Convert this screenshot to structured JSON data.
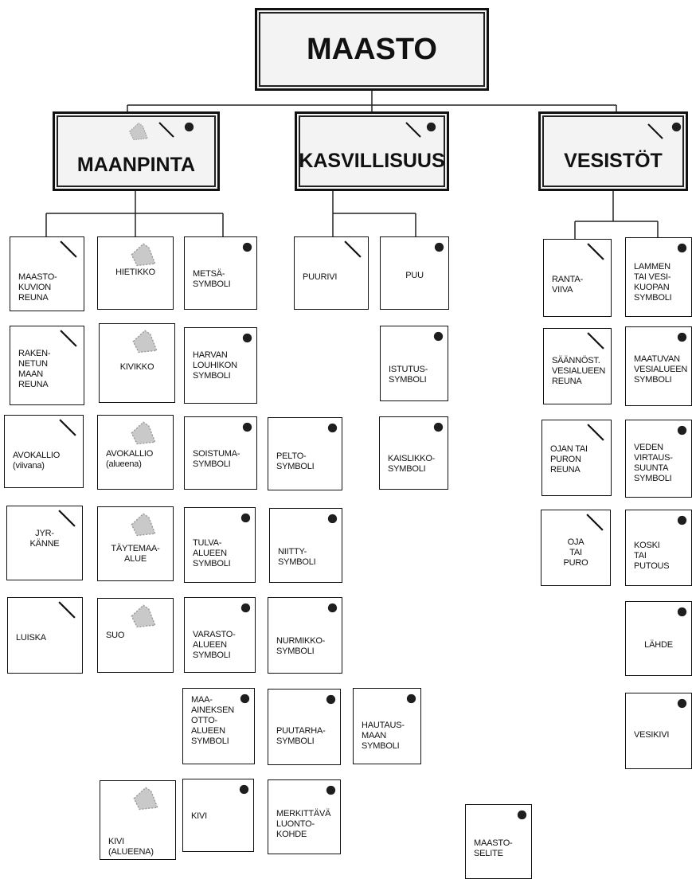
{
  "root": {
    "label": "MAASTO"
  },
  "categories": {
    "maanpinta": {
      "label": "MAANPINTA",
      "icons": [
        "area-icon",
        "line-icon",
        "point-icon"
      ]
    },
    "kasvillisuus": {
      "label": "KASVILLISUUS",
      "icons": [
        "line-icon",
        "point-icon"
      ]
    },
    "vesistot": {
      "label": "VESISTÖT",
      "icons": [
        "line-icon",
        "point-icon"
      ]
    }
  },
  "leaves": [
    {
      "id": "maastokuvion-reuna",
      "label": "MAASTO-\nKUVION\nREUNA",
      "icon": "line-icon"
    },
    {
      "id": "rakennetun-maan-reuna",
      "label": "RAKEN-\nNETUN\nMAAN\nREUNA",
      "icon": "line-icon"
    },
    {
      "id": "avokallio-viivana",
      "label": "AVOKALLIO\n(viivana)",
      "icon": "line-icon"
    },
    {
      "id": "jyrkanne",
      "label": "JYR-\nKÄNNE",
      "icon": "line-icon"
    },
    {
      "id": "luiska",
      "label": "LUISKA",
      "icon": "line-icon"
    },
    {
      "id": "hietikko",
      "label": "HIETIKKO",
      "icon": "area-icon"
    },
    {
      "id": "kivikko",
      "label": "KIVIKKO",
      "icon": "area-icon"
    },
    {
      "id": "avokallio-alueena",
      "label": "AVOKALLIO\n(alueena)",
      "icon": "area-icon"
    },
    {
      "id": "taytemaa-alue",
      "label": "TÄYTEMAA-\nALUE",
      "icon": "area-icon"
    },
    {
      "id": "suo",
      "label": "SUO",
      "icon": "area-icon"
    },
    {
      "id": "kivi-alueena",
      "label": "KIVI\n(ALUEENA)",
      "icon": "area-icon"
    },
    {
      "id": "metsasymboli",
      "label": "METSÄ-\nSYMBOLI",
      "icon": "point-icon"
    },
    {
      "id": "harvan-louhikon-symboli",
      "label": "HARVAN\nLOUHIKON\nSYMBOLI",
      "icon": "point-icon"
    },
    {
      "id": "soistumasymboli",
      "label": "SOISTUMA-\nSYMBOLI",
      "icon": "point-icon"
    },
    {
      "id": "tulva-alueen-symboli",
      "label": "TULVA-\nALUEEN\nSYMBOLI",
      "icon": "point-icon"
    },
    {
      "id": "varastoalueen-symboli",
      "label": "VARASTO-\nALUEEN\nSYMBOLI",
      "icon": "point-icon"
    },
    {
      "id": "maa-aineksen-ottoalueen-symboli",
      "label": "MAA-\nAINEKSEN\nOTTO-\nALUEEN\nSYMBOLI",
      "icon": "point-icon"
    },
    {
      "id": "kivi",
      "label": "KIVI",
      "icon": "point-icon"
    },
    {
      "id": "peltosymboli",
      "label": "PELTO-\nSYMBOLI",
      "icon": "point-icon"
    },
    {
      "id": "niittysymboli",
      "label": "NIITTY-\nSYMBOLI",
      "icon": "point-icon"
    },
    {
      "id": "nurmikkosymboli",
      "label": "NURMIKKO-\nSYMBOLI",
      "icon": "point-icon"
    },
    {
      "id": "puutarhasymboli",
      "label": "PUUTARHA-\nSYMBOLI",
      "icon": "point-icon"
    },
    {
      "id": "merkittava-luontokohde",
      "label": "MERKITTÄVÄ\nLUONTO-\nKOHDE",
      "icon": "point-icon"
    },
    {
      "id": "puurivi",
      "label": "PUURIVI",
      "icon": "line-icon"
    },
    {
      "id": "puu",
      "label": "PUU",
      "icon": "point-icon"
    },
    {
      "id": "istutussymboli",
      "label": "ISTUTUS-\nSYMBOLI",
      "icon": "point-icon"
    },
    {
      "id": "kaislikkosymboli",
      "label": "KAISLIKKO-\nSYMBOLI",
      "icon": "point-icon"
    },
    {
      "id": "hautausmaan-symboli",
      "label": "HAUTAUS-\nMAAN\nSYMBOLI",
      "icon": "point-icon"
    },
    {
      "id": "rantaviiva",
      "label": "RANTA-\nVIIVA",
      "icon": "line-icon"
    },
    {
      "id": "saannostellyn-vesialueen-reuna",
      "label": "SÄÄNNÖST.\nVESIALUEEN\nREUNA",
      "icon": "line-icon"
    },
    {
      "id": "ojan-tai-puron-reuna",
      "label": "OJAN TAI\nPURON\nREUNA",
      "icon": "line-icon"
    },
    {
      "id": "oja-tai-puro",
      "label": "OJA\nTAI\nPURO",
      "icon": "line-icon"
    },
    {
      "id": "lammen-tai-vesikuopan-symboli",
      "label": "LAMMEN\nTAI VESI-\nKUOPAN\nSYMBOLI",
      "icon": "point-icon"
    },
    {
      "id": "maatuvan-vesialueen-symboli",
      "label": "MAATUVAN\nVESIALUEEN\nSYMBOLI",
      "icon": "point-icon"
    },
    {
      "id": "veden-virtaussuunta-symboli",
      "label": "VEDEN\nVIRTAUS-\nSUUNTA\nSYMBOLI",
      "icon": "point-icon"
    },
    {
      "id": "koski-tai-putous",
      "label": "KOSKI\nTAI\nPUTOUS",
      "icon": "point-icon"
    },
    {
      "id": "lahde",
      "label": "LÄHDE",
      "icon": "point-icon"
    },
    {
      "id": "vesikivi",
      "label": "VESIKIVI",
      "icon": "point-icon"
    },
    {
      "id": "maastoselite",
      "label": "MAASTO-\nSELITE",
      "icon": "point-icon"
    }
  ]
}
